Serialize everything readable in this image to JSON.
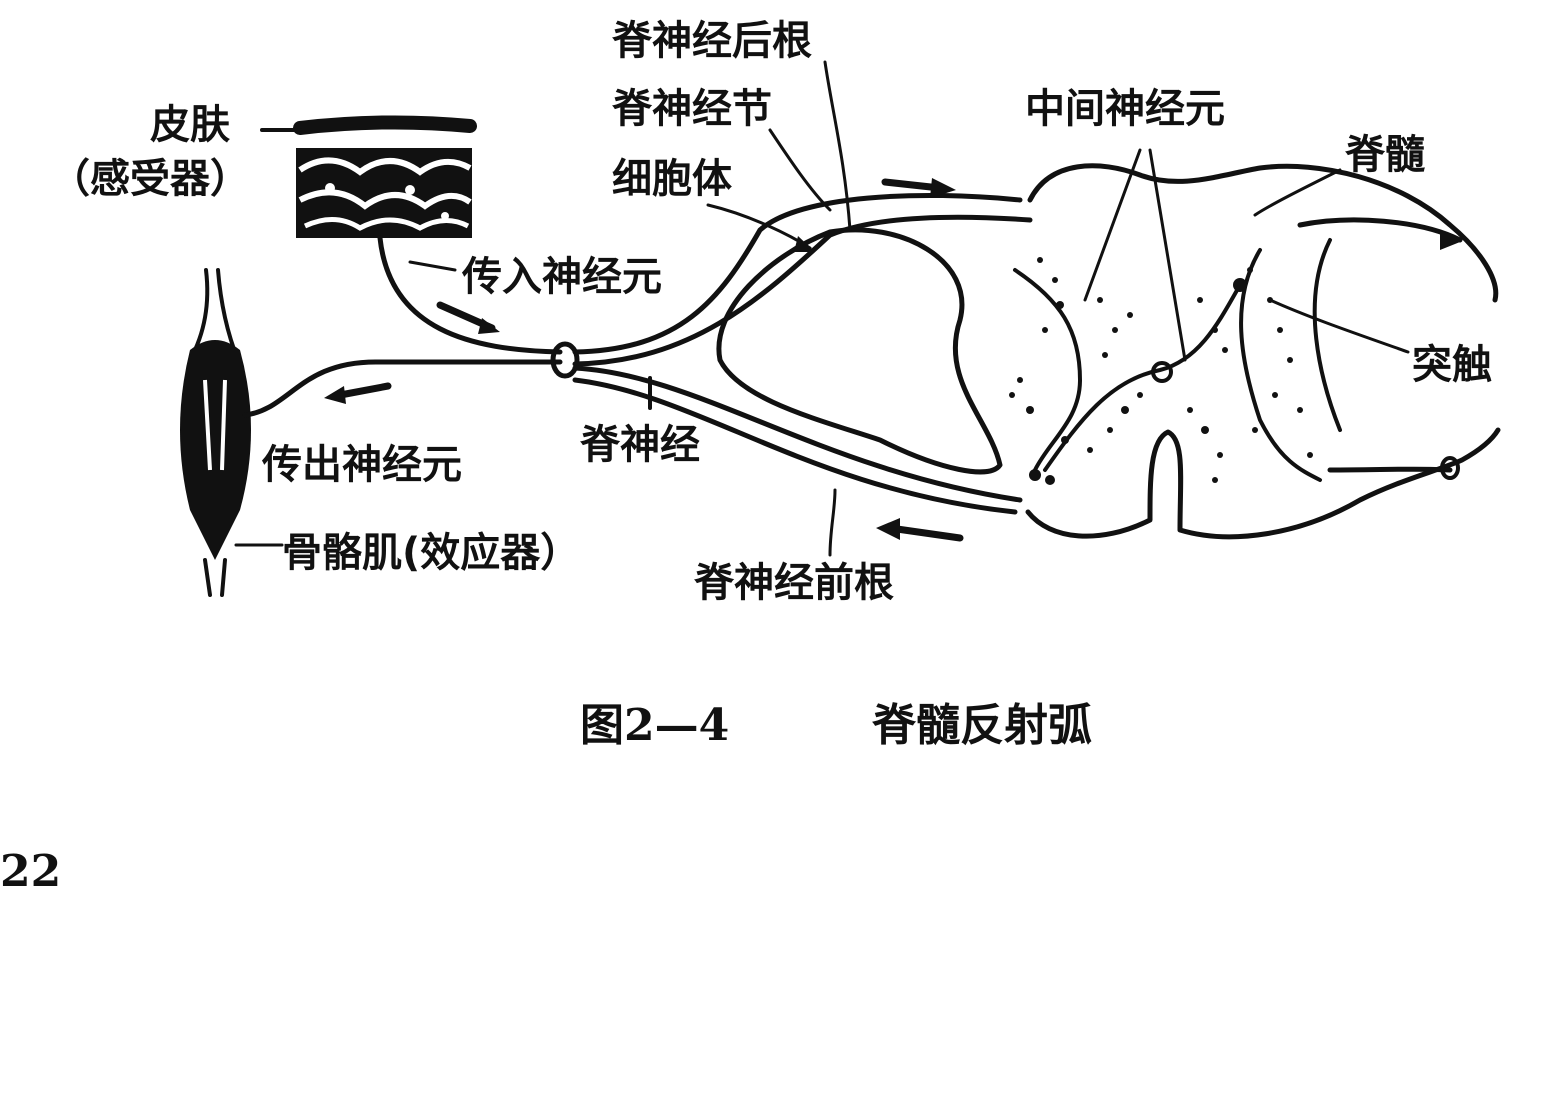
{
  "labels": {
    "skin": "皮肤",
    "receptor": "（感受器）",
    "dorsal_root": "脊神经后根",
    "ganglion": "脊神经节",
    "cell_body": "细胞体",
    "interneuron": "中间神经元",
    "spinal_cord": "脊髓",
    "afferent_neuron": "传入神经元",
    "synapse": "突触",
    "efferent_neuron": "传出神经元",
    "spinal_nerve": "脊神经",
    "muscle": "骨骼肌(效应器）",
    "ventral_root": "脊神经前根"
  },
  "caption": {
    "figure_number": "图2—4",
    "title": "脊髓反射弧"
  },
  "page_number": "22",
  "colors": {
    "ink": "#111111",
    "paper": "#ffffff"
  }
}
